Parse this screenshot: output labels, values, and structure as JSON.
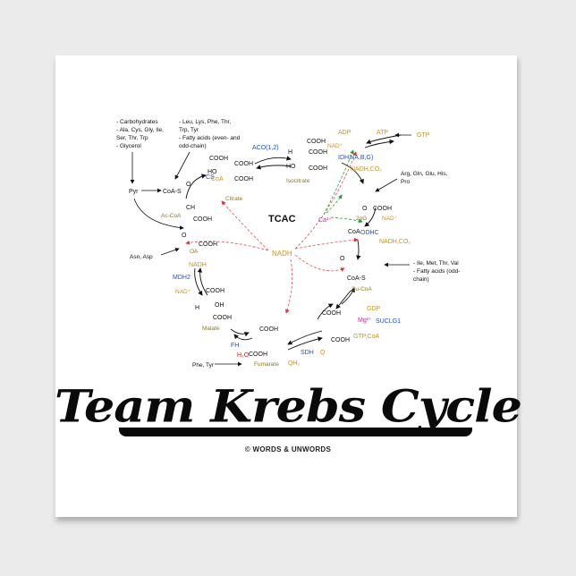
{
  "title": "Team Krebs Cycle",
  "brand": "© WORDS & UNWORDS",
  "center_label": "TCAC",
  "input_lists": {
    "top_left": [
      "- Carbohydrates",
      "- Ala, Cys, Gly, Ile,",
      "  Ser, Thr, Trp",
      "- Glycerol"
    ],
    "top_middle": [
      "- Leu, Lys, Phe, Thr,",
      "  Trp, Tyr",
      "- Fatty acids (even- and",
      "  odd-chain)"
    ],
    "right_top": [
      "Arg, Gln, Glu, His,",
      "Pro"
    ],
    "right_mid": [
      "- Ile, Met, Thr, Val",
      "- Fatty acids (odd-",
      "  chain)"
    ],
    "left_asn": "Asn, Asp",
    "bottom_phe": "Phe, Tyr"
  },
  "metabolites": {
    "pyr": "Pyr",
    "coa_s": "CoA-S",
    "ch3": "CH",
    "accoa": "Ac-CoA",
    "citrate": "Citrate",
    "isocitrate": "Isocitrate",
    "twoog": "2oG",
    "succoa": "Su-CoA",
    "fumarate": "Fumarate",
    "malate": "Malate",
    "oa": "OA",
    "cooh": "COOH",
    "ho": "HO",
    "h": "H",
    "o": "O",
    "oh": "OH",
    "coa": "CoA",
    "h2o": "H₂O"
  },
  "enzymes": {
    "cs": "CS",
    "aco": "ACO(1,2)",
    "idh": "IDH3(A,B,G)",
    "odhc": "ODHC",
    "suclg1": "SUCLG1",
    "sdh": "SDH",
    "fh": "FH",
    "mdh2": "MDH2"
  },
  "cofactors": {
    "coa_out": "CoA",
    "nad": "NAD⁺",
    "adp": "ADP",
    "atp": "ATP",
    "gtp": "GTP",
    "nadh_co2": "NADH,CO₂",
    "nadh": "NADH",
    "ca": "Ca²⁺",
    "mg": "Mg²⁺",
    "gdp": "GDP",
    "gtp_coa": "GTP,CoA",
    "q": "Q",
    "qh2": "QH₂"
  }
}
